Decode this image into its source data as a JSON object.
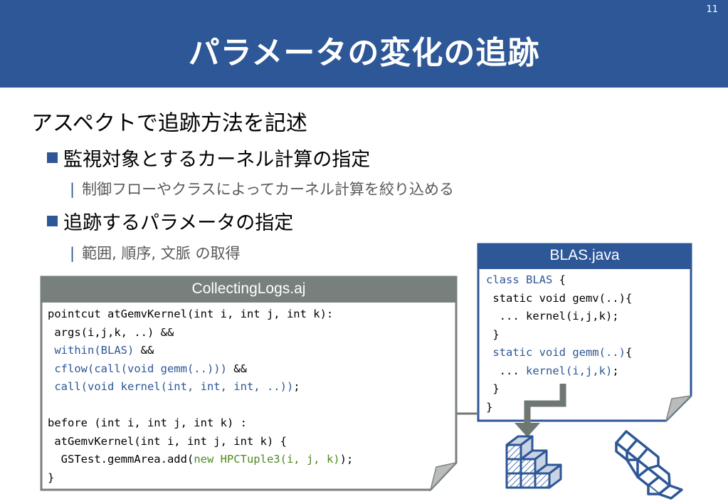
{
  "slide": {
    "number": "11",
    "title": "パラメータの変化の追跡"
  },
  "bullets": {
    "l1": "アスペクトで追跡方法を記述",
    "l2a": "監視対象とするカーネル計算の指定",
    "l3a": "制御フローやクラスによってカーネル計算を絞り込める",
    "l2b": "追跡するパラメータの指定",
    "l3b": "範囲, 順序, 文脈 の取得",
    "sub_marker": "|"
  },
  "aspect_file": {
    "filename": "CollectingLogs.aj",
    "lines": {
      "l1": "pointcut atGemvKernel(int i, int j, int k):",
      "l2": " args(i,j,k, ..) &&",
      "l3a": " within(BLAS)",
      "l3b": " &&",
      "l4a": " cflow(call(void gemm(..)))",
      "l4b": " &&",
      "l5a": " call(void kernel(int, int, int, ..))",
      "l5b": ";",
      "l7": "before (int i, int j, int k) :",
      "l8": " atGemvKernel(int i, int j, int k) {",
      "l9a": "  GSTest.gemmArea.add(",
      "l9b": "new HPCTuple3(i, j, k)",
      "l9c": ");",
      "l10": "}"
    }
  },
  "java_file": {
    "filename": "BLAS.java",
    "lines": {
      "l1a": "class BLAS",
      "l1b": " {",
      "l2": " static void gemv(..){",
      "l3": "  ... kernel(i,j,k);",
      "l4": " }",
      "l5a": " static void gemm(..)",
      "l5b": "{",
      "l6a": "  ... ",
      "l6b": "kernel(i,j,k)",
      "l6c": ";",
      "l7": " }",
      "l8": "}"
    }
  },
  "colors": {
    "header": "#2d5796",
    "aspect_header": "#78807e",
    "keyword": "#2d5796",
    "green": "#4e8a1f",
    "connector": "#6f7773"
  },
  "icons": {
    "stairs_filled": "staircase-hatched-icon",
    "stairs_outline": "staircase-outline-icon",
    "arrow": "down-arrow-icon"
  }
}
